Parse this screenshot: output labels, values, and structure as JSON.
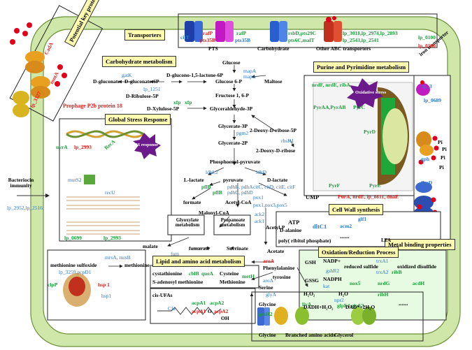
{
  "section_titles": {
    "transporters": "Transporters",
    "potential_key_proteins": "Potential key proteins",
    "carbohydrate_metabolism": "Carbohydrate metabolism",
    "purine_pyrimidine": "Purine and Pyrimidine metabolism",
    "global_stress": "Global Stress Response",
    "cell_wall": "Cell Wall synthesis",
    "metal_binding": "Metal binding properties",
    "lipid_amino": "Lipid and amino acid metabolism",
    "oxidation_reduction": "Oxidation/Reduction Process",
    "iron_transporter": "iron transporter"
  },
  "transporters": {
    "citT": "citT",
    "rafP_red": "rafP",
    "pts35B_red": "pts35B",
    "rafP_green": "rafP",
    "pts35B_blue": "pts35B",
    "rsbD": "rsbD,pts29C",
    "pts6C": "pts6C,malT",
    "lp3018": "lp_3018,lp_2974,lp_2893",
    "lp2543": "lp_2543,lp_2541",
    "lp0100_green": "lp_0100",
    "lp0100_red": "lp_0100",
    "PTS": "PTS",
    "Carbohydrate": "Carbohydrate",
    "other_abc": "Other ABC transporters"
  },
  "key_proteins": {
    "cadA": "CadA",
    "mntA": "mntA",
    "lp3327": "lp_3327",
    "prophage": "Prophage P2b protein 18"
  },
  "carbohydrate": {
    "gatK": "gatK",
    "d_gluconate": "D-gluconate",
    "d_gluconate_6p": "D-gluconate-6P",
    "glucono_lactone": "D-glucono-1,5-lactone-6P",
    "glucose": "Glucose",
    "glucose6p": "Glucose 6-P",
    "mapA1": "mapA",
    "mapA2": "mapA",
    "maltose": "Maltose",
    "lp1251": "lp_1251",
    "ribulose": "D-Ribulose-5P",
    "fructose": "Fructose 1, 6-P",
    "xfp1": "xfp",
    "xfp2": "xfp",
    "xylulose": "D-Xylulose-5P",
    "glyceraldehyde": "Glyceraldehyde-3P",
    "glycerate3p": "Glycerate-3P",
    "pgm2": "pgm2",
    "glycerate2p": "Glycerate-2P",
    "deoxyribose5p": "2-Deoxy-D-ribose-5P",
    "rbsK1": "rbsK1",
    "deoxyribose": "2-Deoxy-D-ribose",
    "pep": "Phosphoenol-pyruvate",
    "ldhL2": "ldhL2",
    "ldhD": "ldhD",
    "l_lactate": "L-lactate",
    "pyruvate": "pyruvate",
    "d_lactate": "D-lactate",
    "pflB1": "pflB",
    "pflB2": "pflB",
    "pdhB": "pdhB, pdhA",
    "pdhC": "pdhC, pdhD",
    "citC": "citC, citD, citE, citF",
    "pox1": "pox1",
    "pox1_3_5": "pox1,pox3,pox5",
    "formate": "formate",
    "acetyl_coa": "Acetyl-CoA",
    "malonyl_coa": "Malonyl-CoA",
    "glyoxylate": "Glyoxylate metabolism",
    "propanoate": "Propanoate metabolism",
    "ack2": "ack2",
    "ack1": "ack1",
    "acetyl_p": "Acetyl-P",
    "acetate": "Acetate",
    "malate": "malate",
    "fum": "fum",
    "fumarate": "fumarate",
    "succinate": "Succinate"
  },
  "stress": {
    "uvrA": "uvrA",
    "lp2993_red": "lp_2993",
    "recA": "RecA",
    "sos": "SOS response",
    "mutS2": "mutS2",
    "recU": "recU",
    "lp0699": "lp_0699",
    "lp2993_green": "lp_2993",
    "bacteriocin": "Bacteriocin immunity",
    "lp2952": "lp_2952,lp_2516"
  },
  "purine": {
    "nrdF": "nrdF, nrdE, ribA",
    "oxidative": "Oxidative stress",
    "pyrAA": "PyrAA,PyrAB",
    "pyrC": "PyrC",
    "pyrD": "PyrD",
    "pyrF": "PyrF",
    "pyrE": "PyrE",
    "ump": "UMP",
    "purA": "PurA, nrdE, lp_0811, dnaE"
  },
  "cell_wall": {
    "atp": "ATP",
    "dltC1": "dltC1",
    "acm2": "acm2",
    "glf1": "glf1",
    "d_alanine": "D-alanine",
    "poly": "poly( ribitol phosphate)",
    "dots": "......",
    "lta": "LTA"
  },
  "metal": {
    "lp3": "lp_3",
    "lp0689": "lp_0689",
    "gph": "gph",
    "fhuD": "fhuD",
    "pi": "Pi"
  },
  "lipid": {
    "methionine_sulfoxide": "methionine sulfoxide",
    "methionine": "methionine",
    "mrsA": "mrsA, mrsB",
    "lp3259": "lp_3259,pcpD1",
    "clpP": "clpP",
    "hsp1_red": "hsp 1",
    "hsp1_blue": "hsp1",
    "cystathionine": "cystathionine",
    "cblB": "cblB",
    "queA": "queA",
    "cysteine": "Cysteine",
    "metH": "metH",
    "sam": "S-adenosyl methionine",
    "methionine2": "Methionine",
    "cis_ufas": "cis-UFAs",
    "cfa": "Cfa",
    "acpA1_green": "acpA1",
    "acpA2_green": "acpA2",
    "acpA1_red": "acpA1",
    "acpA2_red": "acpA2",
    "o": "O",
    "oh": "OH"
  },
  "amino": {
    "aroA_red": "aroA",
    "phenylalanine": "Phenylalanine",
    "tyrosine": "tyrosine",
    "aroA_blue": "aroA",
    "serine": "Serine",
    "glyA": "glyA",
    "glycine": "Glycine",
    "gcsH2": "gcsH2",
    "livA": "livA",
    "glpF4": "glpF4 glpF3",
    "glycine2": "Glycine",
    "branched": "Branched amino acids",
    "glycerol": "Glycerol"
  },
  "redox": {
    "gsh": "GSH",
    "gssg": "GSSG",
    "nadp_plus": "NADP+",
    "nadph": "NADPH",
    "gshR2": "gshR2",
    "reduced_sulfide": "reduced sulfide",
    "trxA1": "trxA1",
    "trxA2": "trxA2",
    "oxidized_disulfide": "oxidized disulfide",
    "kat": "kat",
    "h2o2": "H₂O₂",
    "h2o": "H₂O",
    "nox5": "nox5",
    "nrdG": "nrdG",
    "acdH": "acdH",
    "npr2": "npr2",
    "ribH": "ribH",
    "ribB": "ribB",
    "dadh": "DADH+H₂O₂",
    "dad": "DAD⁺+2H₂O",
    "dots": "......"
  }
}
